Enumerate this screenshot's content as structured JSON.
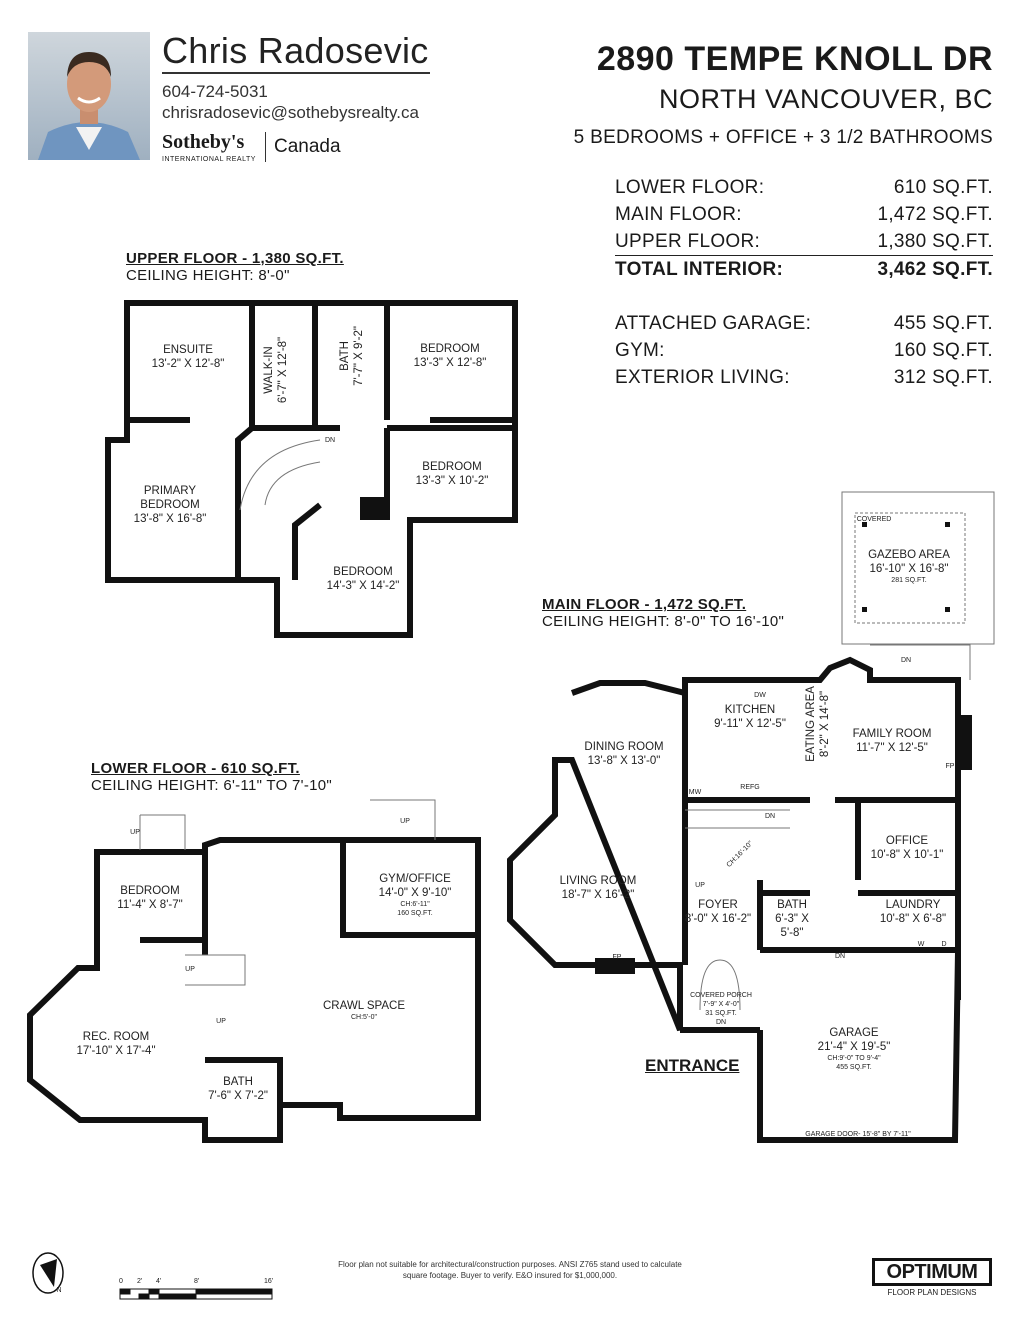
{
  "agent": {
    "name": "Chris Radosevic",
    "phone": "604-724-5031",
    "email": "chrisradosevic@sothebysrealty.ca",
    "brand": "Sotheby's",
    "brand_sub": "INTERNATIONAL REALTY",
    "brand_country": "Canada"
  },
  "property": {
    "address": "2890 TEMPE KNOLL DR",
    "city": "NORTH VANCOUVER, BC",
    "summary": "5 BEDROOMS + OFFICE + 3 1/2 BATHROOMS"
  },
  "areas": [
    {
      "label": "LOWER FLOOR:",
      "value": "610 SQ.FT."
    },
    {
      "label": "MAIN FLOOR:",
      "value": "1,472 SQ.FT."
    },
    {
      "label": "UPPER FLOOR:",
      "value": "1,380 SQ.FT."
    },
    {
      "label": "TOTAL INTERIOR:",
      "value": "3,462 SQ.FT."
    }
  ],
  "extra_areas": [
    {
      "label": "ATTACHED GARAGE:",
      "value": "455 SQ.FT."
    },
    {
      "label": "GYM:",
      "value": "160 SQ.FT."
    },
    {
      "label": "EXTERIOR LIVING:",
      "value": "312 SQ.FT."
    }
  ],
  "upper": {
    "title": "UPPER FLOOR - 1,380 SQ.FT.",
    "ceiling": "CEILING HEIGHT: 8'-0\"",
    "rooms": [
      {
        "name": "ENSUITE",
        "size": "13'-2\" X 12'-8\""
      },
      {
        "name": "WALK-IN",
        "size": "6'-7\" X 12'-8\""
      },
      {
        "name": "BATH",
        "size": "7'-7\" X 9'-2\""
      },
      {
        "name": "BEDROOM",
        "size": "13'-3\" X 12'-8\""
      },
      {
        "name": "BEDROOM",
        "size": "13'-3\" X 10'-2\""
      },
      {
        "name": "PRIMARY BEDROOM",
        "size": "13'-8\" X 16'-8\""
      },
      {
        "name": "BEDROOM",
        "size": "14'-3\" X 14'-2\""
      }
    ],
    "stair": "DN"
  },
  "main": {
    "title": "MAIN FLOOR - 1,472 SQ.FT.",
    "ceiling": "CEILING HEIGHT: 8'-0\" TO 16'-10\"",
    "gazebo": {
      "covered": "COVERED",
      "name": "GAZEBO AREA",
      "size": "16'-10\" X 16'-8\"",
      "area": "281 SQ.FT."
    },
    "rooms": [
      {
        "name": "DINING ROOM",
        "size": "13'-8\" X 13'-0\""
      },
      {
        "name": "KITCHEN",
        "size": "9'-11\" X 12'-5\""
      },
      {
        "name": "EATING AREA",
        "size": "8'-2\" X 14'-8\""
      },
      {
        "name": "FAMILY ROOM",
        "size": "11'-7\" X 12'-5\""
      },
      {
        "name": "OFFICE",
        "size": "10'-8\" X 10'-1\""
      },
      {
        "name": "LIVING ROOM",
        "size": "18'-7\" X 16'-2\""
      },
      {
        "name": "FOYER",
        "size": "8'-0\" X 16'-2\""
      },
      {
        "name": "BATH",
        "size": "6'-3\" X 5'-8\""
      },
      {
        "name": "LAUNDRY",
        "size": "10'-8\" X 6'-8\""
      }
    ],
    "porch": {
      "name": "COVERED PORCH",
      "size": "7'-9\" X 4'-0\"",
      "area": "31 SQ.FT.",
      "stair": "DN"
    },
    "garage": {
      "name": "GARAGE",
      "size": "21'-4\" X 19'-5\"",
      "ceiling": "CH:9'-0\" TO 9'-4\"",
      "area": "455 SQ.FT.",
      "door": "GARAGE DOOR- 15'-8\" BY 7'-11\""
    },
    "fixtures": {
      "dw": "DW",
      "refg": "REFG",
      "mw": "MW",
      "fp": "FP",
      "w": "W",
      "d": "D",
      "dn": "DN",
      "up": "UP",
      "stair_ch": "CH:16'-10\""
    },
    "entrance": "ENTRANCE"
  },
  "lower": {
    "title": "LOWER FLOOR - 610 SQ.FT.",
    "ceiling": "CEILING HEIGHT: 6'-11\" TO 7'-10\"",
    "rooms": [
      {
        "name": "BEDROOM",
        "size": "11'-4\" X 8'-7\""
      },
      {
        "name": "GYM/OFFICE",
        "size": "14'-0\" X 9'-10\"",
        "ceiling": "CH:6'-11\"",
        "area": "160 SQ.FT."
      },
      {
        "name": "CRAWL SPACE",
        "ceiling": "CH:5'-0\""
      },
      {
        "name": "REC. ROOM",
        "size": "17'-10\" X 17'-4\""
      },
      {
        "name": "BATH",
        "size": "7'-6\" X 7'-2\""
      }
    ],
    "up": "UP"
  },
  "footer": {
    "disclaimer": "Floor plan not suitable for architectural/construction purposes. ANSI Z765 stand used to calculate square footage. Buyer to verify.  E&O insured for $1,000,000.",
    "north": "N",
    "scale_ticks": [
      "0",
      "2'",
      "4'",
      "8'",
      "16'"
    ],
    "logo": "OPTIMUM",
    "logo_sub": "FLOOR PLAN DESIGNS"
  }
}
